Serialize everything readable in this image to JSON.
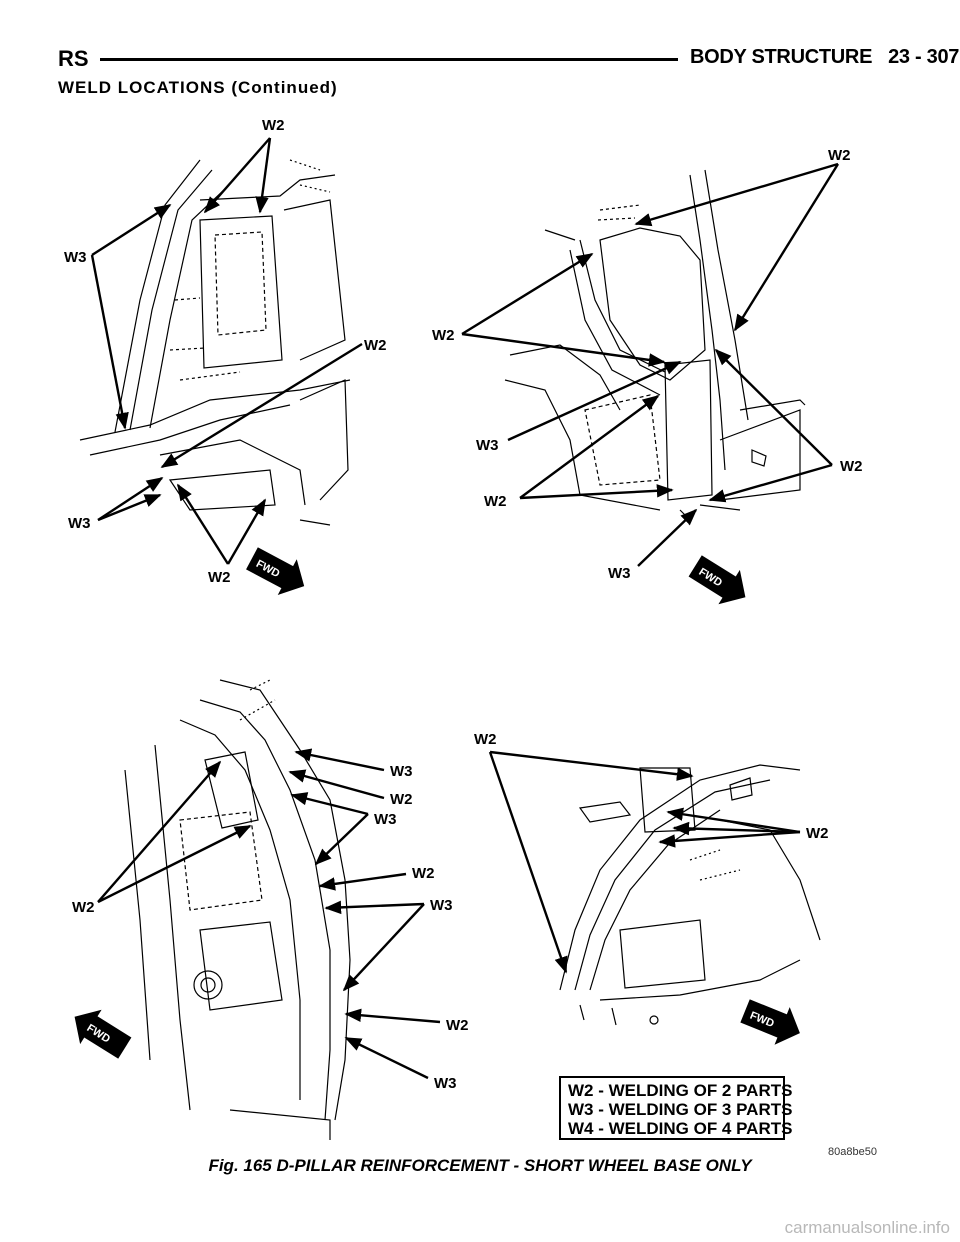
{
  "header": {
    "section_code": "RS",
    "chapter_title": "BODY STRUCTURE",
    "page_number": "23 - 307"
  },
  "section_title": "WELD LOCATIONS (Continued)",
  "figure": {
    "labels": {
      "w2": "W2",
      "w3": "W3"
    },
    "direction_label": "FWD",
    "legend": [
      "W2 - WELDING OF 2 PARTS",
      "W3 - WELDING OF 3 PARTS",
      "W4 - WELDING OF 4 PARTS"
    ],
    "caption": "Fig. 165 D-PILLAR REINFORCEMENT - SHORT WHEEL BASE ONLY",
    "art_code": "80a8be50"
  },
  "watermark": "carmanualsonline.info",
  "colors": {
    "ink": "#000000",
    "paper": "#ffffff",
    "watermark": "#b8b8b8"
  }
}
